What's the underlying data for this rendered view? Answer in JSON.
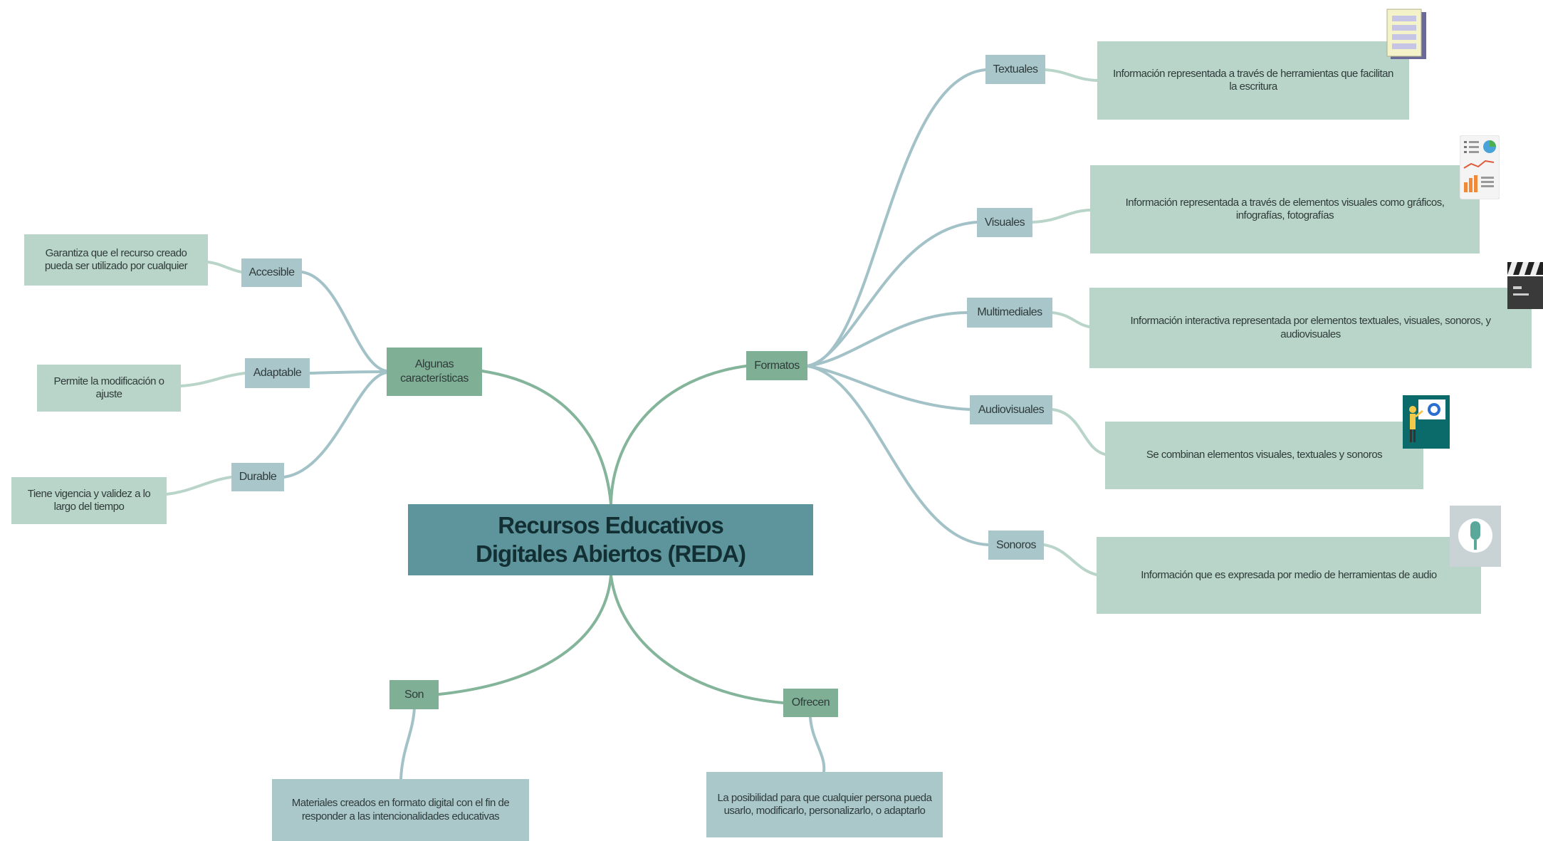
{
  "root": {
    "title": "Recursos Educativos Digitales Abiertos (REDA)"
  },
  "branches": {
    "caracteristicas": {
      "label": "Algunas características",
      "items": [
        {
          "label": "Accesible",
          "detail": "Garantiza que el recurso creado pueda ser utilizado por cualquier"
        },
        {
          "label": "Adaptable",
          "detail": "Permite la modificación o ajuste"
        },
        {
          "label": "Durable",
          "detail": "Tiene vigencia y validez a lo largo del tiempo"
        }
      ]
    },
    "formatos": {
      "label": "Formatos",
      "items": [
        {
          "label": "Textuales",
          "detail": "Información representada a través de herramientas que facilitan la escritura",
          "icon": "document-icon"
        },
        {
          "label": "Visuales",
          "detail": "Información representada a través de elementos visuales como gráficos, infografías, fotografías",
          "icon": "infographic-icon"
        },
        {
          "label": "Multimediales",
          "detail": "Información interactiva representada por elementos textuales, visuales, sonoros, y audiovisuales",
          "icon": "clapperboard-icon"
        },
        {
          "label": "Audiovisuales",
          "detail": "Se combinan elementos visuales, textuales y sonoros",
          "icon": "presentation-icon"
        },
        {
          "label": "Sonoros",
          "detail": "Información que es expresada por medio de herramientas de audio",
          "icon": "microphone-icon"
        }
      ]
    },
    "son": {
      "label": "Son",
      "detail": "Materiales creados en formato digital con el fin de responder a las intencionalidades educativas"
    },
    "ofrecen": {
      "label": "Ofrecen",
      "detail": "La posibilidad para que cualquier persona pueda usarlo, modificarlo, personalizarlo, o adaptarlo"
    }
  },
  "colors": {
    "root": "#5e959d",
    "branch_green": "#7fb096",
    "branch_blue": "#a9c6cb",
    "detail_green": "#b9d5c9",
    "line_green": "#84b59b",
    "line_blue": "#a3c2c8"
  }
}
